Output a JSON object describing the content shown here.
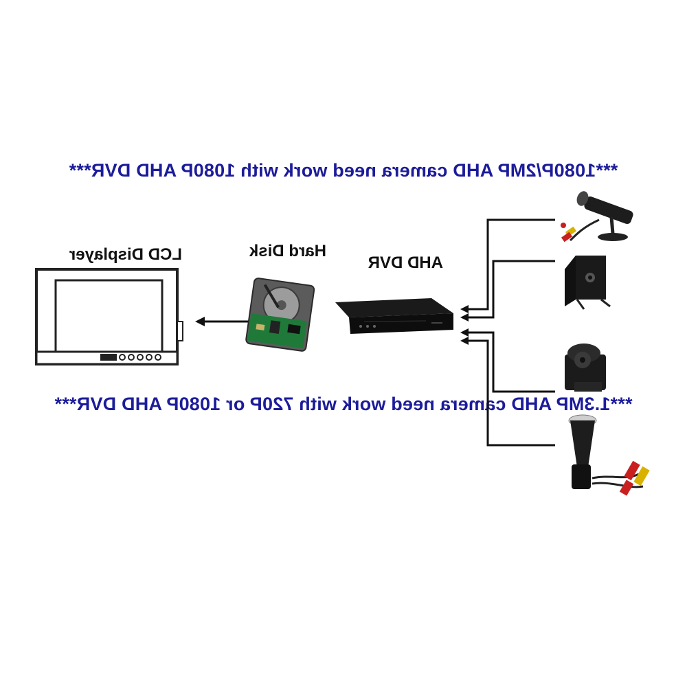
{
  "notes": {
    "top": "***1080P/2MP AHD camera need work with 1080P AHD DVR***",
    "bottom": "***1.3MP AHD camera need work with 720P or 1080P AHD DVR***"
  },
  "labels": {
    "lcd": "LCD Displayer",
    "hdd": "Hard Disk",
    "dvr": "AHD DVR"
  },
  "icons": {
    "lcd": "lcd-monitor-icon",
    "hdd": "hard-disk-icon",
    "dvr": "dvr-recorder-icon",
    "cam1": "bullet-camera-icon",
    "cam2": "square-pinhole-camera-icon",
    "cam3": "mini-dome-pinhole-camera-icon",
    "cam4": "cone-pinhole-camera-icon"
  },
  "colors": {
    "note_text": "#1c1c9a",
    "line": "#111111",
    "hdd_board": "#1f7a3a"
  }
}
